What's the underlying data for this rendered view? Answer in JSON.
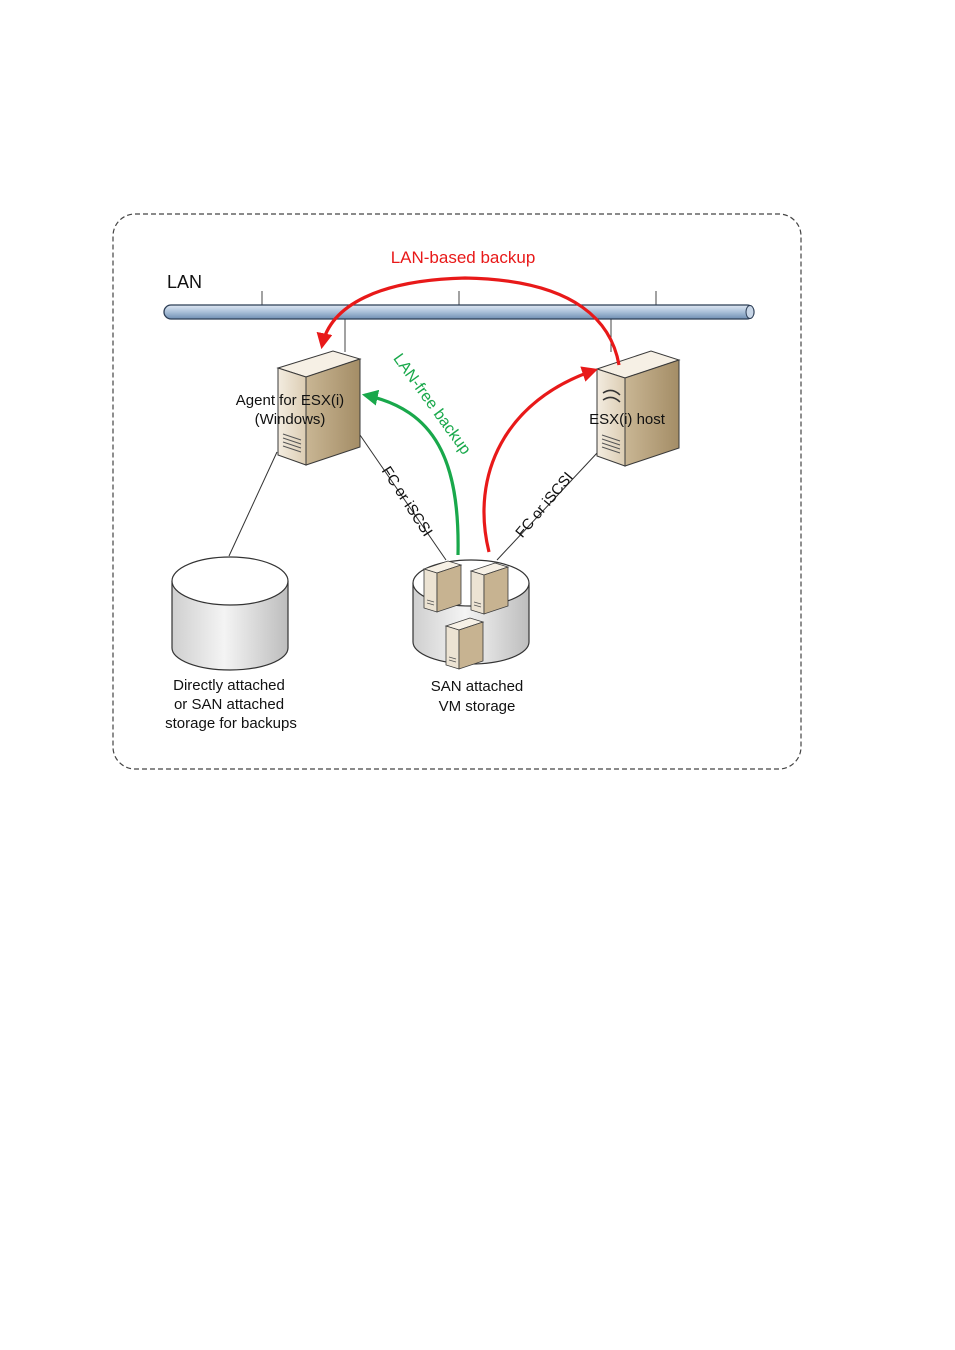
{
  "diagram": {
    "lan_label": "LAN",
    "lan_based_label": "LAN-based backup",
    "lan_free_label": "LAN-free backup",
    "fc_left_label": "FC or iSCSI",
    "fc_right_label": "FC or iSCSI",
    "agent_label_line1": "Agent for ESX(i)",
    "agent_label_line2": "(Windows)",
    "esx_label": "ESX(i) host",
    "backup_storage_line1": "Directly attached",
    "backup_storage_line2": "or SAN attached",
    "backup_storage_line3": "storage for backups",
    "vm_storage_line1": "SAN attached",
    "vm_storage_line2": "VM storage"
  },
  "colors": {
    "lan_based_arrow": "#e81919",
    "lan_free_arrow": "#19a84b",
    "lan_bus": "#a9bfd8",
    "server_body": "#e3d6bf"
  }
}
